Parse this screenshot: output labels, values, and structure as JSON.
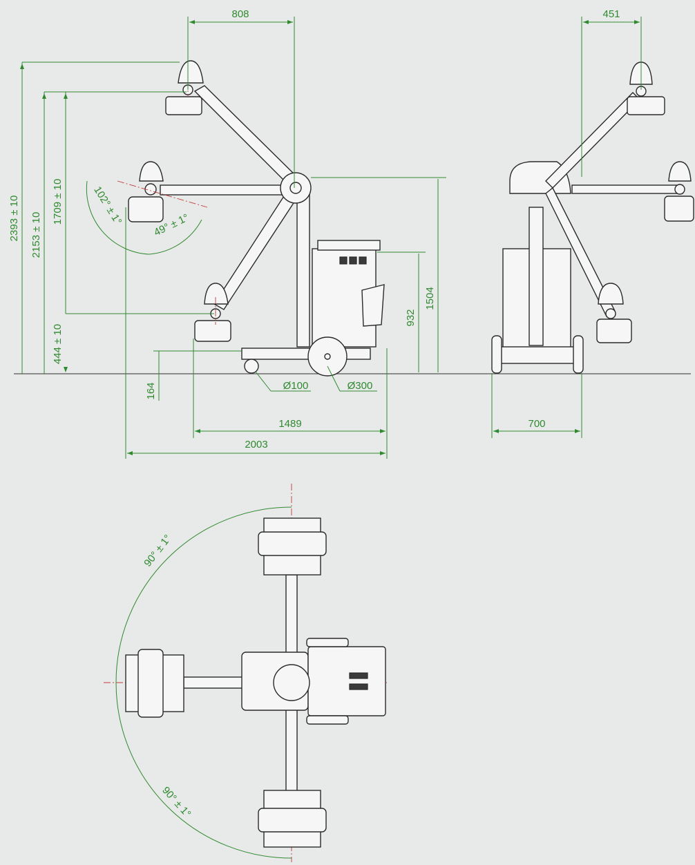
{
  "colors": {
    "background": "#e8e9e9",
    "dimension": "#2f8a2f",
    "outline": "#2a2a2a",
    "centerline": "#c23a3a"
  },
  "dimensions": {
    "top_width_side": "808",
    "top_width_front": "451",
    "height_total": "2393 ± 10",
    "height_2153": "2153 ± 10",
    "height_1709": "1709 ± 10",
    "height_444": "444 ± 10",
    "angle_102": "102° ± 1°",
    "angle_49": "49° ± 1°",
    "height_164": "164",
    "wheel_small": "Ø100",
    "wheel_large": "Ø300",
    "length_1489": "1489",
    "length_2003": "2003",
    "height_932": "932",
    "height_1504": "1504",
    "width_700": "700",
    "rotation_top": "90° ± 1°",
    "rotation_bottom": "90° ± 1°"
  }
}
